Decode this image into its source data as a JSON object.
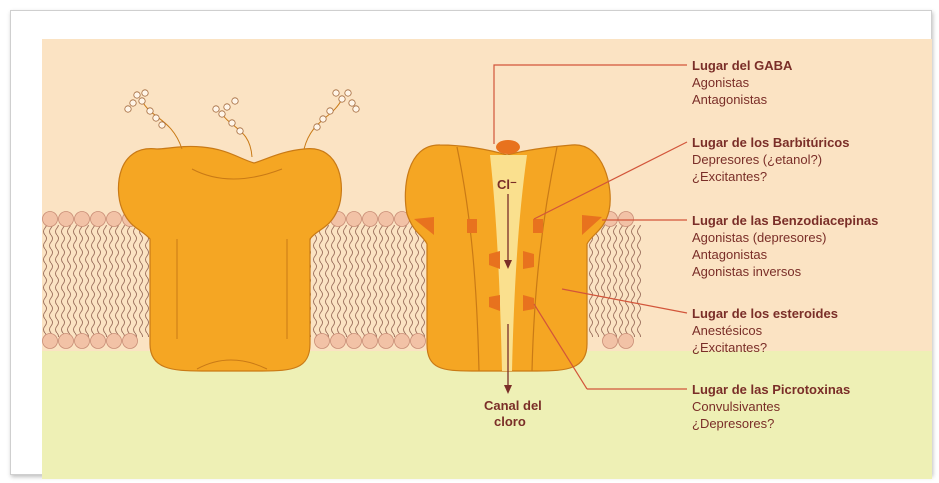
{
  "colors": {
    "background_upper": "#fbe3c3",
    "background_lower": "#eef0b5",
    "protein": "#f5a623",
    "protein_dark": "#c97a16",
    "membrane_head": "#f2c2a6",
    "label_text": "#7a2e28",
    "leader_line": "#d2553a"
  },
  "channel": {
    "ion_label": "Cl⁻",
    "canal_line1": "Canal del",
    "canal_line2": "cloro"
  },
  "sites": [
    {
      "title": "Lugar del GABA",
      "items": [
        "Agonistas",
        "Antagonistas"
      ]
    },
    {
      "title": "Lugar de los Barbitúricos",
      "items": [
        "Depresores (¿etanol?)",
        "¿Excitantes?"
      ]
    },
    {
      "title": "Lugar de las Benzodiacepinas",
      "items": [
        "Agonistas (depresores)",
        "Antagonistas",
        "Agonistas inversos"
      ]
    },
    {
      "title": "Lugar de los esteroides",
      "items": [
        "Anestésicos",
        "¿Excitantes?"
      ]
    },
    {
      "title": "Lugar de las Picrotoxinas",
      "items": [
        "Convulsivantes",
        "¿Depresores?"
      ]
    }
  ]
}
